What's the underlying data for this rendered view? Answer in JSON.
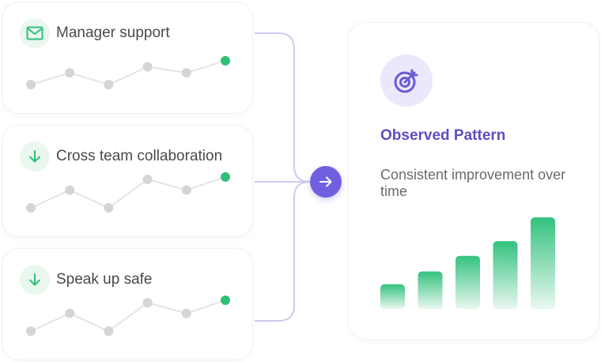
{
  "metrics": [
    {
      "label": "Manager support",
      "icon": "envelope-icon",
      "trend": [
        0.0,
        0.33,
        0.0,
        0.5,
        0.33,
        0.67
      ]
    },
    {
      "label": "Cross team collaboration",
      "icon": "arrow-down-icon",
      "trend": [
        0.0,
        0.5,
        0.0,
        0.8,
        0.5,
        0.87
      ]
    },
    {
      "label": "Speak up safe",
      "icon": "arrow-down-icon",
      "trend": [
        0.0,
        0.5,
        0.0,
        0.8,
        0.5,
        0.87
      ]
    }
  ],
  "result": {
    "title": "Observed Pattern",
    "description": "Consistent improvement over time",
    "icon": "target-icon",
    "bars": [
      0.27,
      0.41,
      0.58,
      0.74,
      1.0
    ]
  },
  "colors": {
    "accent": "#7060e0",
    "green": "#2fbf7a",
    "dot_gray": "#d5d5d5",
    "connector": "#c9c2ee",
    "title_purple": "#5b4fc0"
  }
}
